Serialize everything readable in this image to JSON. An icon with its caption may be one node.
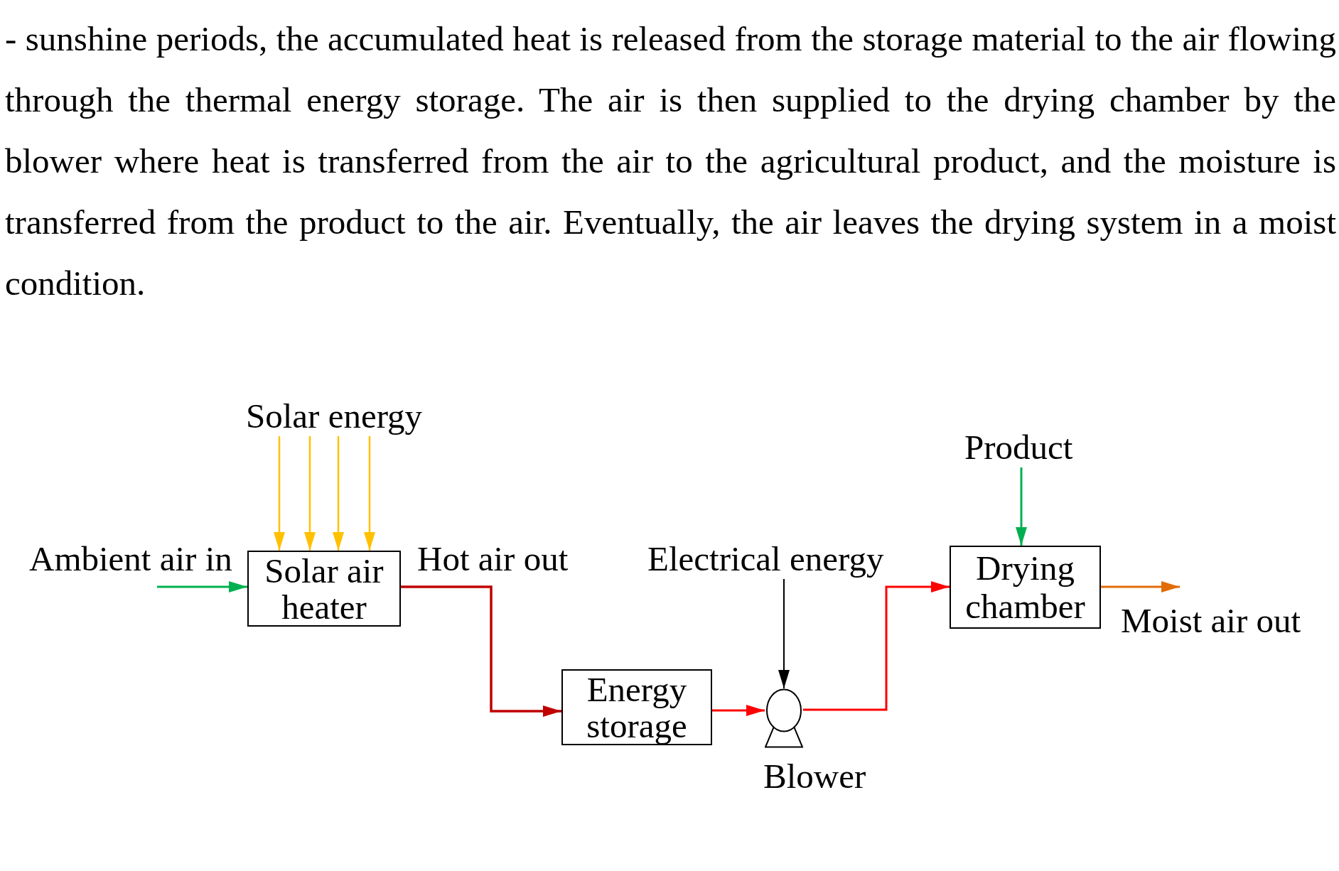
{
  "diagram": {
    "nodes": [
      {
        "text": [
          "Ambient air in"
        ]
      },
      {
        "text": [
          "Solar energy"
        ]
      },
      {
        "text": [
          "Solar air heater"
        ]
      },
      {
        "text": [
          "Energy storage"
        ]
      },
      {
        "text": [
          "Electrical energy"
        ]
      },
      {
        "text": [],
        "shape": "circle",
        "beside": [
          "Blower"
        ]
      },
      {
        "text": [
          "Product"
        ]
      },
      {
        "text": [
          "Drying chamber"
        ]
      },
      {
        "text": [
          "Moist air out"
        ]
      }
    ],
    "edges": [
      {
        "from": 1,
        "to": 2,
        "arrow": "to",
        "color": "#ffc000"
      },
      {
        "from": 1,
        "to": 2,
        "arrow": "to",
        "color": "#ffc000"
      },
      {
        "from": 1,
        "to": 2,
        "arrow": "to",
        "color": "#ffc000"
      },
      {
        "from": 1,
        "to": 2,
        "arrow": "to",
        "color": "#ffc000"
      },
      {
        "from": 0,
        "to": 2,
        "arrow": "to",
        "color": "#00b050"
      },
      {
        "from": 2,
        "to": 3,
        "arrow": "to",
        "label": "Hot air out",
        "color": "#c00000"
      },
      {
        "from": 3,
        "to": 5,
        "arrow": "to",
        "color": "#ff0000"
      },
      {
        "from": 4,
        "to": 5,
        "arrow": "to",
        "color": "#000000"
      },
      {
        "from": 5,
        "to": 7,
        "arrow": "to",
        "color": "#ff0000"
      },
      {
        "from": 6,
        "to": 7,
        "arrow": "to",
        "color": "#00b050"
      },
      {
        "from": 7,
        "to": 8,
        "arrow": "to",
        "color": "#e36c09"
      }
    ],
    "labels": [
      "- sunshine periods, the accumulated heat is released from the storage material to the air flowing through the thermal energy storage. The air is then supplied to the drying chamber by the blower where heat is transferred from the air to the agricultural product, and the moisture is transferred from the product to the air. Eventually, the air leaves the drying system in a moist condition."
    ]
  }
}
